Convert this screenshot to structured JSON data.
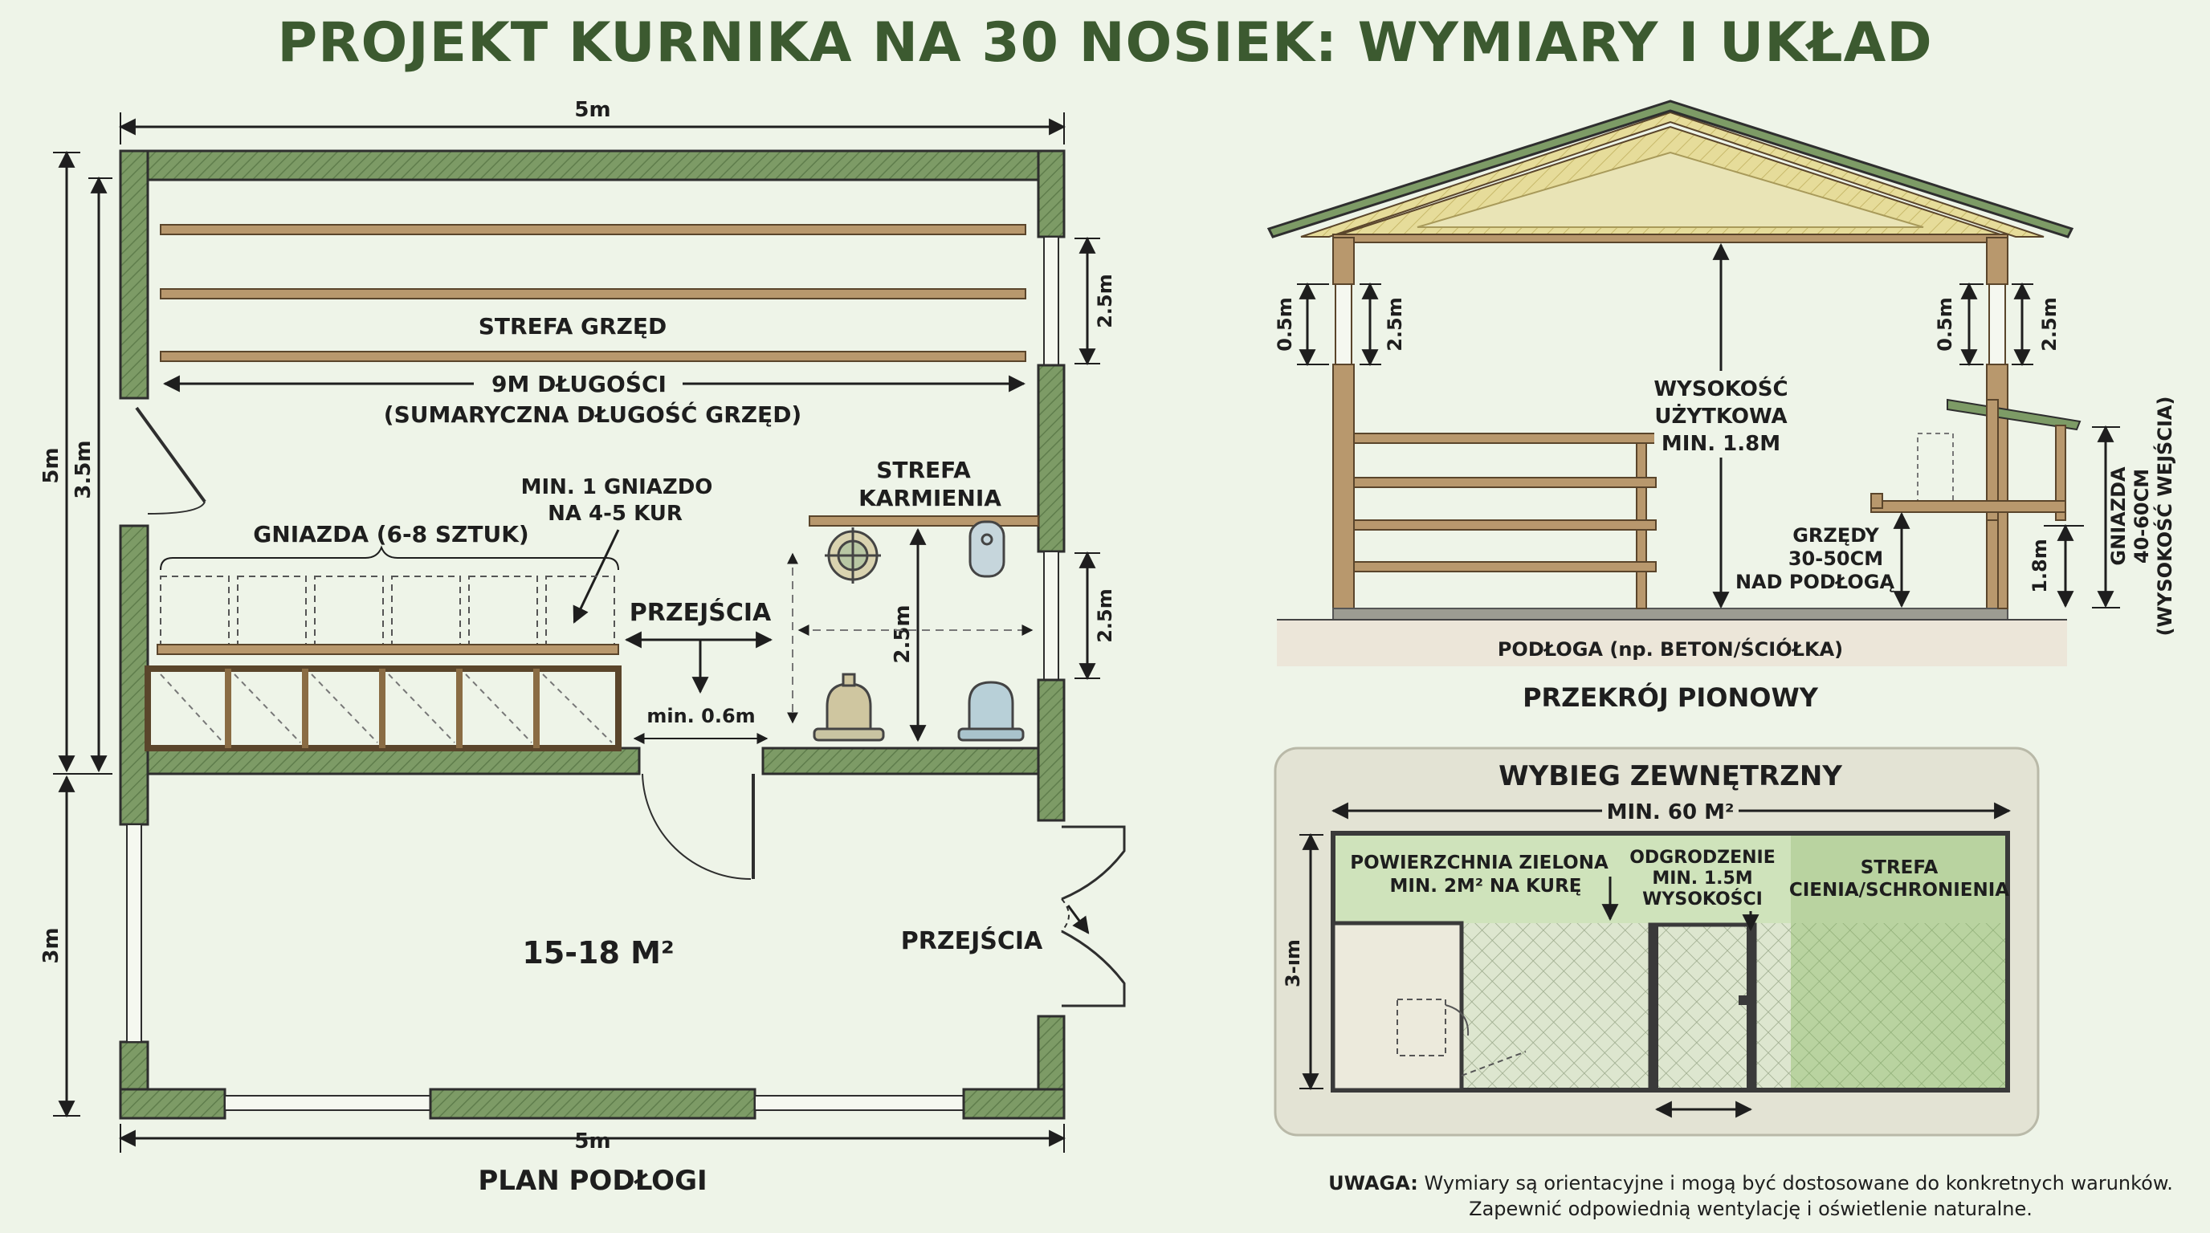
{
  "title": "PROJEKT KURNIKA NA 30 NOSIEK: WYMIARY I UKŁAD",
  "colors": {
    "wall": "#7d9b66",
    "wood": "#b8986d",
    "background": "#eef4e8",
    "title": "#3c5a30",
    "runbox": "#e3e3d4",
    "green_zone": "#cfe3bb"
  },
  "plan": {
    "caption": "PLAN PODŁOGI",
    "dim_top": "5m",
    "dim_bottom": "5m",
    "dim_left_total": "5m",
    "dim_left_inner": "3.5m",
    "dim_left_lower": "3m",
    "dim_right_window1": "2.5m",
    "dim_right_window2": "2.5m",
    "roost_zone": "STREFA GRZĘD",
    "roost_length": "9M DŁUGOŚCI",
    "roost_length_note": "(SUMARYCZNA DŁUGOŚĆ GRZĘD)",
    "nests_label": "GNIAZDA (6-8 SZTUK)",
    "nest_ratio_1": "MIN. 1 GNIAZDO",
    "nest_ratio_2": "NA 4-5 KUR",
    "feeding_zone_1": "STREFA",
    "feeding_zone_2": "KARMIENIA",
    "passage_upper": "PRZEJŚCIA",
    "passage_width": "min. 0.6m",
    "feeding_dim": "2.5m",
    "area": "15-18 M²",
    "passage_lower": "PRZEJŚCIA"
  },
  "section": {
    "caption": "PRZEKRÓJ PIONOWY",
    "left_window_height": "0.5m",
    "left_window_offset": "2.5m",
    "right_window_height": "0.5m",
    "right_window_offset": "2.5m",
    "height_label_1": "WYSOKOŚĆ",
    "height_label_2": "UŻYTKOWA",
    "height_label_3": "MIN. 1.8M",
    "perch_label_1": "GRZĘDY",
    "perch_label_2": "30-50CM",
    "perch_label_3": "NAD PODŁOGĄ",
    "nest_height": "1.8m",
    "nest_label_1": "GNIAZDA",
    "nest_label_2": "40-60CM",
    "nest_label_3": "(WYSOKOŚĆ WEJŚCIA)",
    "floor_label": "PODŁOGA (np. BETON/ŚCIÓŁKA)"
  },
  "run": {
    "title": "WYBIEG ZEWNĘTRZNY",
    "min_area": "MIN. 60 M²",
    "height": "3-ım",
    "green_1": "POWIERZCHNIA ZIELONA",
    "green_2": "MIN. 2M² NA KURĘ",
    "fence_1": "ODGRODZENIE",
    "fence_2": "MIN. 1.5M",
    "fence_3": "WYSOKOŚCI",
    "shade_1": "STREFA",
    "shade_2": "CIENIA/SCHRONIENIA"
  },
  "note": {
    "lead": "UWAGA:",
    "line1": "Wymiary są orientacyjne i mogą być dostosowane do konkretnych warunków.",
    "line2": "Zapewnić odpowiednią wentylację i oświetlenie naturalne."
  }
}
